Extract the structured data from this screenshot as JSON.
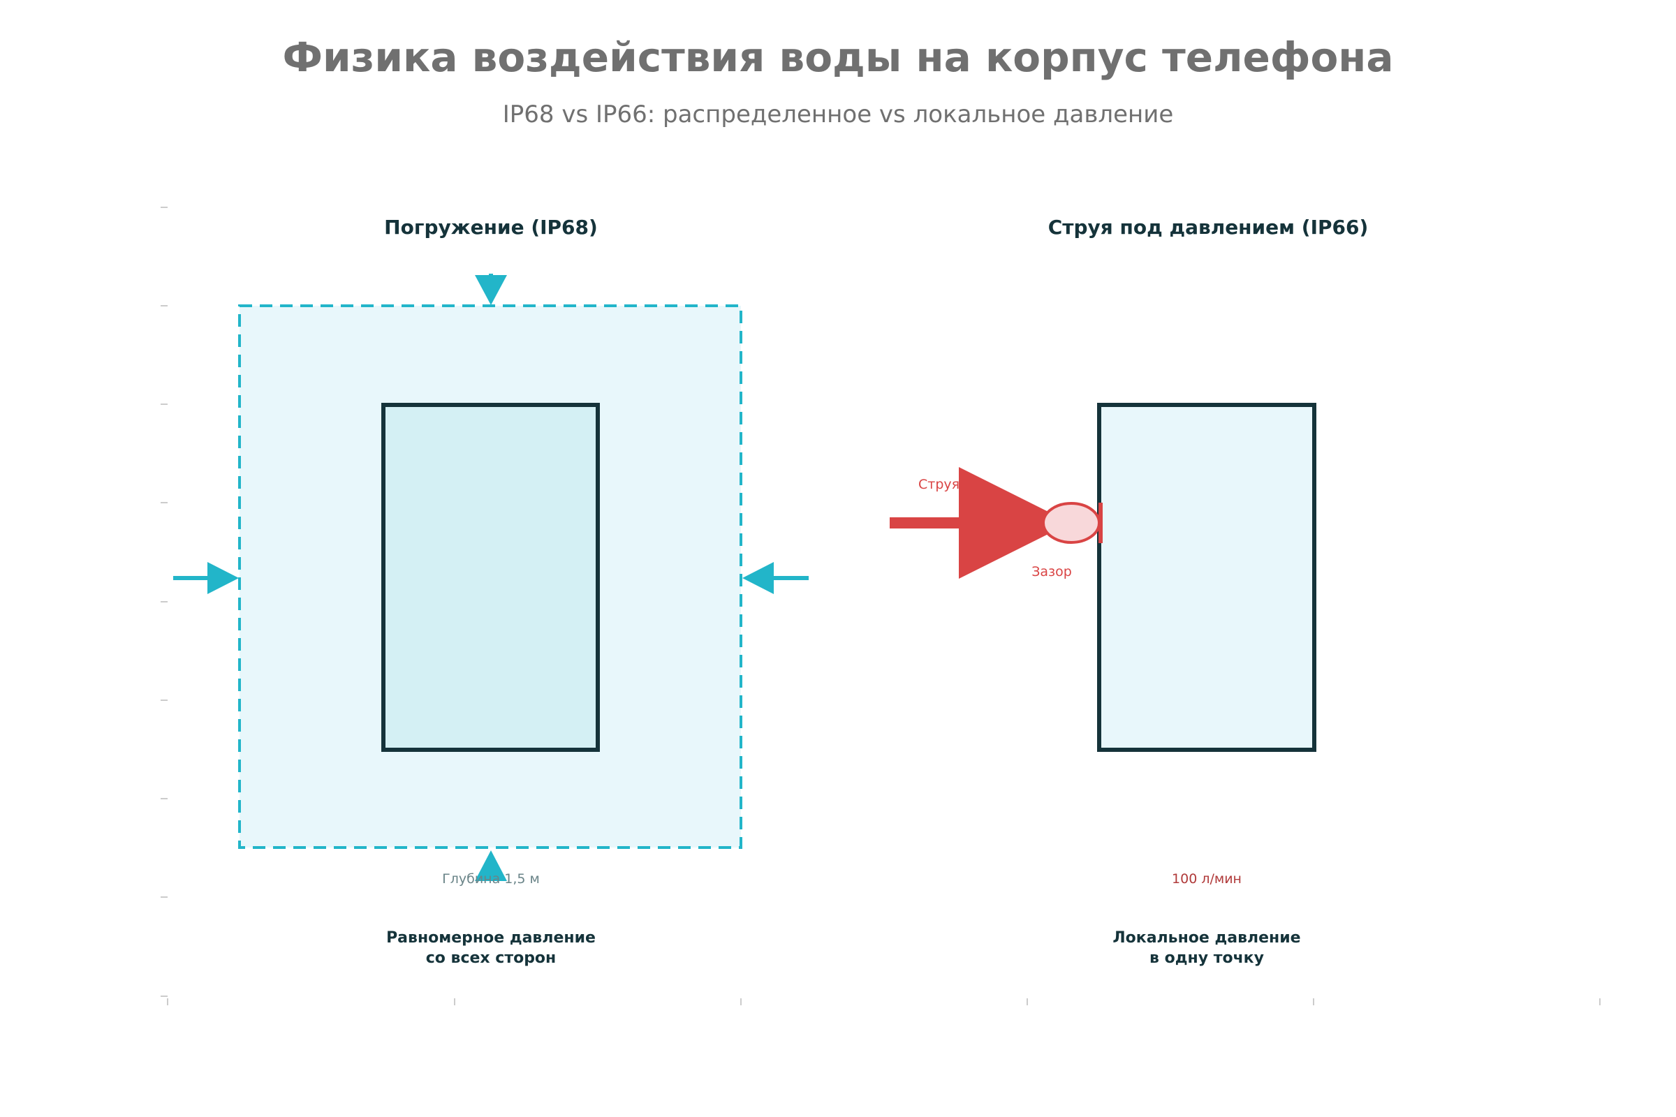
{
  "header": {
    "title": "Физика воздействия воды на корпус телефона",
    "subtitle": "IP68 vs IP66: распределенное vs локальное давление"
  },
  "colors": {
    "title_gray": "#707070",
    "dark": "#15333a",
    "water_blue": "#22b5c9",
    "water_fill": "#e8f7fb",
    "phone_fill_immersion": "#d4f0f4",
    "jet_red": "#d94444",
    "gap_fill": "#f8d8da"
  },
  "immersion": {
    "title": "Погружение (IP68)",
    "depth_label": "Глубина 1,5 м",
    "caption_line1": "Равномерное давление",
    "caption_line2": "со всех сторон",
    "icons": [
      "arrow-down-icon",
      "arrow-up-icon",
      "arrow-right-icon",
      "arrow-left-icon"
    ]
  },
  "jet": {
    "title": "Струя под давлением (IP66)",
    "jet_label": "Струя",
    "gap_label": "Зазор",
    "flow_label": "100 л/мин",
    "caption_line1": "Локальное давление",
    "caption_line2": "в одну точку",
    "icons": [
      "jet-arrow-icon"
    ]
  }
}
